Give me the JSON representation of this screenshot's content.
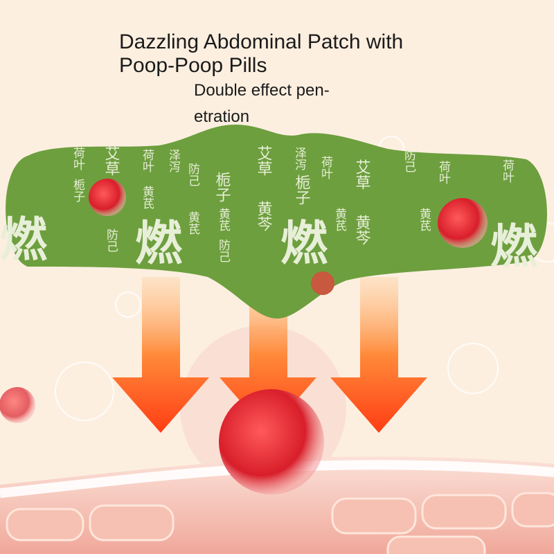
{
  "title_line1": "Dazzling Abdominal Patch with",
  "title_line2": "Poop-Poop Pills",
  "subtitle_line1": "Double effect pen-",
  "subtitle_line2": "etration",
  "patch": {
    "color": "#6d9f3e",
    "herb_labels": [
      "荷叶",
      "艾草",
      "栀子",
      "黄芪",
      "黄芩",
      "防己",
      "泽泻"
    ],
    "big_glyph": "燃"
  },
  "colors": {
    "arrow": "#ff5a1e",
    "background": "#fcefe0",
    "skin": "#f2b6a8"
  }
}
